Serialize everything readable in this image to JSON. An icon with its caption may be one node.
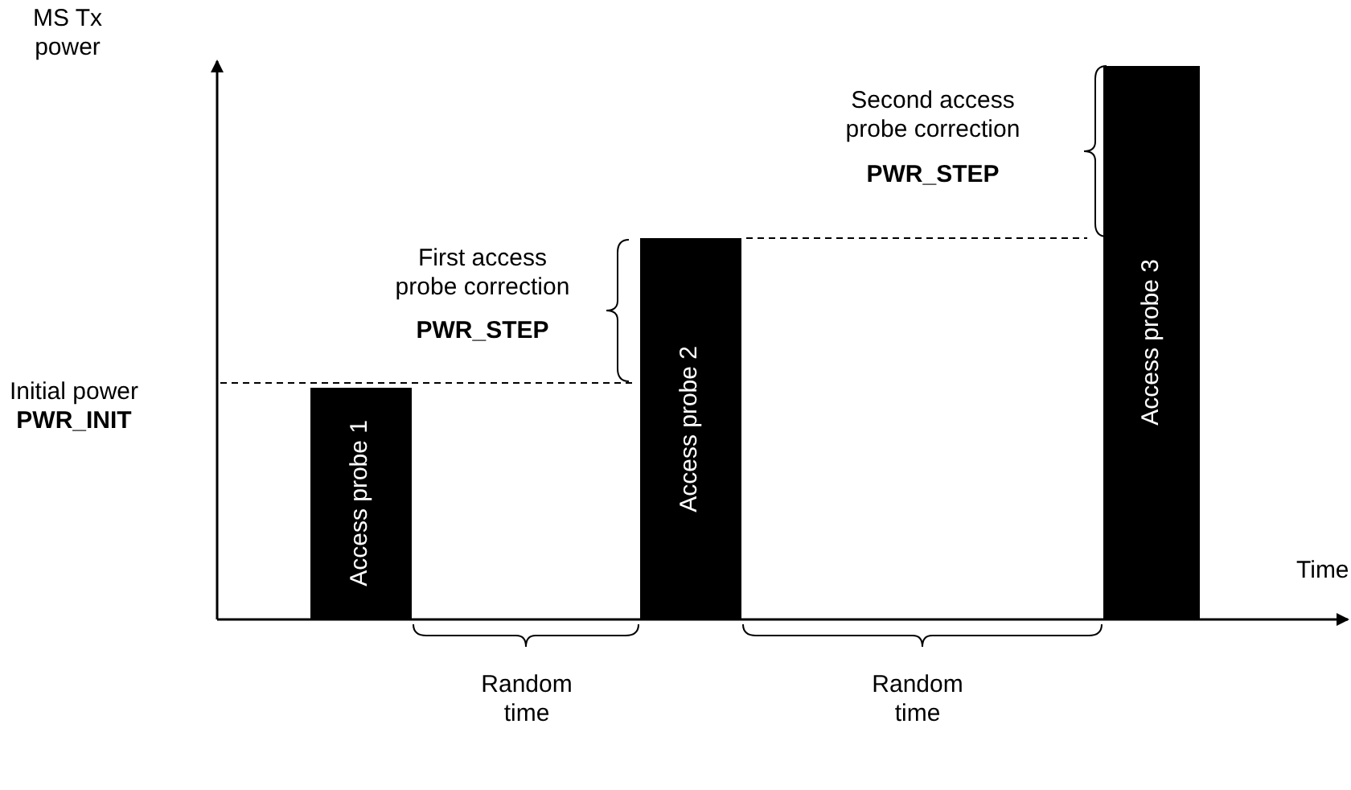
{
  "diagram": {
    "nodes": [
      {
        "text": [
          "Access probe 1"
        ]
      },
      {
        "text": [
          "Access probe 2"
        ]
      },
      {
        "text": [
          "Access probe 3"
        ]
      }
    ],
    "labels": [
      "MS Tx power",
      "Time",
      "Second access probe correction",
      "PWR_STEP",
      "First access probe correction",
      "PWR_STEP",
      "Initial power",
      "PWR_INIT",
      "Random time",
      "Random time"
    ]
  }
}
